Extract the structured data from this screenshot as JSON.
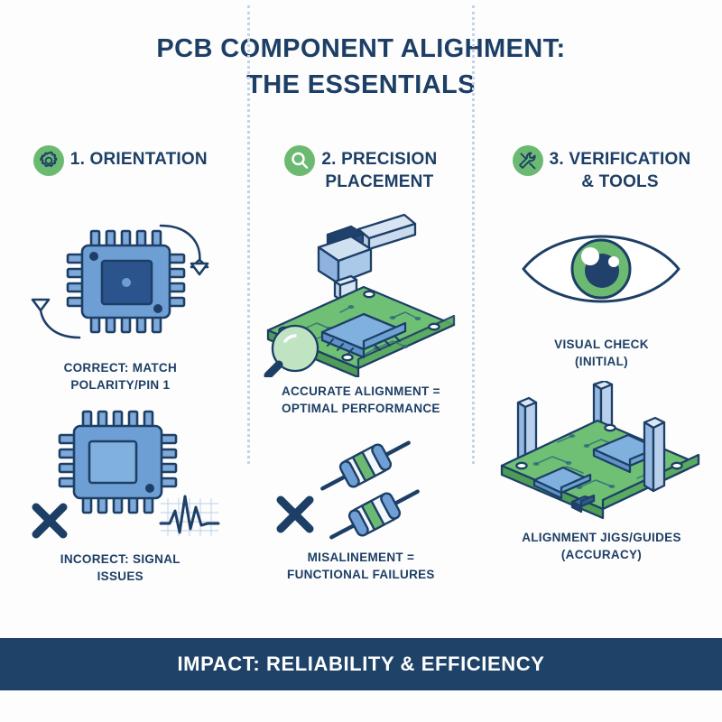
{
  "title": {
    "line1": "PCB COMPONENT ALIGHMENT:",
    "line2": "THE ESSENTIALS"
  },
  "colors": {
    "navy": "#1d3f66",
    "footer_navy": "#1f4268",
    "green": "#6cba72",
    "board_green": "#6fbf74",
    "chip_blue": "#6e9fd4",
    "divider_blue": "#c3d4ea",
    "background": "#fdfdfd"
  },
  "columns": [
    {
      "icon": "gear-icon",
      "title": "1. ORIENTATION",
      "title_lines": [
        "1. ORIENTATION"
      ],
      "items": [
        {
          "art": "ic-chip-correct-with-rotation-arrows",
          "caption_lines": [
            "CORRECT: MATCH",
            "POLARITY/PIN 1"
          ]
        },
        {
          "art": "ic-chip-incorrect-with-x-and-signal-noise",
          "caption_lines": [
            "INCORECT: SIGNAL",
            "ISSUES"
          ]
        }
      ]
    },
    {
      "icon": "magnifier-icon",
      "title": "2. PRECISION PLACEMENT",
      "title_lines": [
        "2. PRECISION",
        "PLACEMENT"
      ],
      "items": [
        {
          "art": "pick-and-place-nozzle-over-pcb-with-magnifier",
          "caption_lines": [
            "ACCURATE ALIGNMENT =",
            "OPTIMAL PERFORMANCE"
          ]
        },
        {
          "art": "misaligned-resistors-with-x",
          "caption_lines": [
            "MISALINEMENT =",
            "FUNCTIONAL FAILURES"
          ]
        }
      ]
    },
    {
      "icon": "tools-icon",
      "title": "3. VERIFICATION & TOOLS",
      "title_lines": [
        "3. VERIFICATION",
        "& TOOLS"
      ],
      "items": [
        {
          "art": "eye-icon-visual-inspection",
          "caption_lines": [
            "VISUAL CHECK",
            "(INITIAL)"
          ]
        },
        {
          "art": "isometric-pcb-with-alignment-jig-posts",
          "caption_lines": [
            "ALIGNMENT JIGS/GUIDES",
            "(ACCURACY)"
          ]
        }
      ]
    }
  ],
  "footer": {
    "text": "IMPACT: RELIABILITY & EFFICIENCY"
  }
}
